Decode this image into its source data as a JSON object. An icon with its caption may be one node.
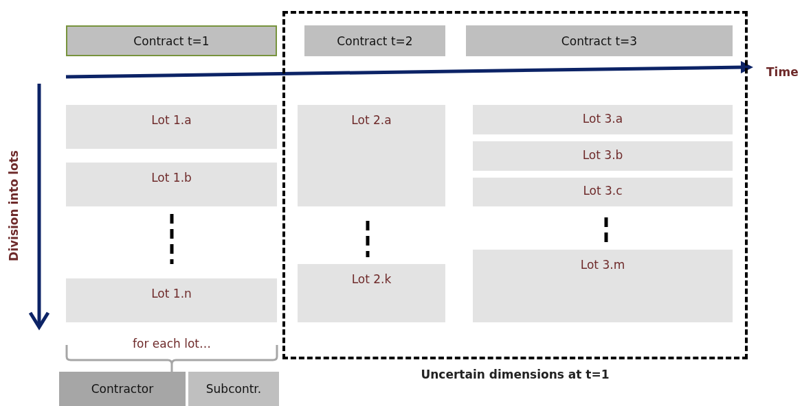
{
  "diagram": {
    "nodes": [
      {
        "text": [
          "Uncertain dimensions at t=1"
        ]
      },
      {
        "text": [
          "Contract t=1"
        ]
      },
      {
        "text": [
          "Contract t=2"
        ],
        "in": 0
      },
      {
        "text": [
          "Contract t=3"
        ],
        "in": 0
      },
      {
        "text": [
          "Lot 1.a"
        ]
      },
      {
        "text": [
          "Lot 1.b"
        ]
      },
      {
        "text": [
          "Lot 1.n"
        ]
      },
      {
        "text": [
          "Lot 2.a"
        ],
        "in": 0
      },
      {
        "text": [
          "Lot 2.k"
        ],
        "in": 0
      },
      {
        "text": [
          "Lot 3.a"
        ],
        "in": 0
      },
      {
        "text": [
          "Lot 3.b"
        ],
        "in": 0
      },
      {
        "text": [
          "Lot 3.c"
        ],
        "in": 0
      },
      {
        "text": [
          "Lot 3.m"
        ],
        "in": 0
      },
      {
        "text": [
          "Contractor"
        ]
      },
      {
        "text": [
          "Subcontr."
        ]
      }
    ],
    "labels": [
      "Time",
      "Division into lots",
      "for each lot…"
    ]
  }
}
